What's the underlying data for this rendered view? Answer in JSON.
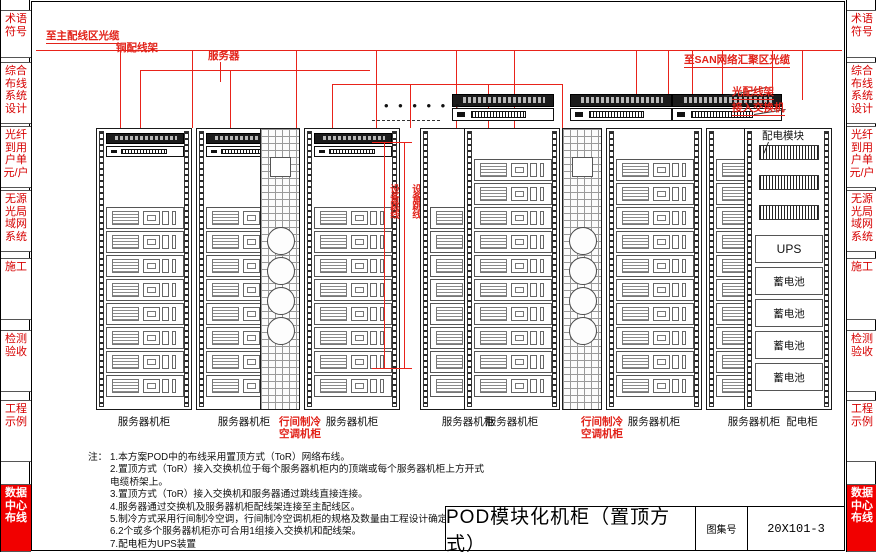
{
  "rails": {
    "groups": [
      {
        "name": "terminology-symbols",
        "lines": [
          "术语",
          "符号"
        ],
        "highlight": false
      },
      {
        "name": "structured-cabling-design",
        "lines": [
          "综合",
          "布线",
          "系统",
          "设计"
        ],
        "highlight": false
      },
      {
        "name": "ftth-fttu",
        "lines": [
          "光纤",
          "到用",
          "户单",
          "元/户"
        ],
        "highlight": false
      },
      {
        "name": "passive-optical-lan",
        "lines": [
          "无源",
          "光局",
          "域网",
          "系统"
        ],
        "highlight": false
      },
      {
        "name": "construction",
        "lines": [
          "施工"
        ],
        "highlight": false
      },
      {
        "name": "testing-acceptance",
        "lines": [
          "检测",
          "验收"
        ],
        "highlight": false
      },
      {
        "name": "engineering-examples",
        "lines": [
          "工程",
          "示例"
        ],
        "highlight": false
      },
      {
        "name": "data-center-cabling",
        "lines": [
          "数据",
          "中心",
          "布线"
        ],
        "highlight": true
      }
    ]
  },
  "diagram": {
    "callouts": {
      "to_main_distribution": "至主配线区光缆",
      "to_san_aggregation": "至SAN网络汇聚区光缆",
      "optical_patch_panel": "光配线架",
      "access_switch": "接入交换机",
      "copper_patch_panel": "铜配线架",
      "server": "服务器",
      "power_module": "配电模块",
      "equipment_patch_cord_1": "设备跳线",
      "equipment_patch_cord_2": "设备跳线",
      "ellipsis": "• • • • • •"
    },
    "rightmost_cabinet_units": [
      {
        "type": "power-module",
        "label": ""
      },
      {
        "type": "power-module",
        "label": ""
      },
      {
        "type": "power-module",
        "label": ""
      },
      {
        "type": "ups",
        "label": "UPS"
      },
      {
        "type": "battery",
        "label": "蓄电池"
      },
      {
        "type": "battery",
        "label": "蓄电池"
      },
      {
        "type": "battery",
        "label": "蓄电池"
      },
      {
        "type": "battery",
        "label": "蓄电池"
      }
    ],
    "bottom_labels": [
      {
        "name": "server-cabinet-1",
        "lines": [
          "服务器机柜"
        ],
        "red": false
      },
      {
        "name": "server-cabinet-2",
        "lines": [
          "服务器机柜"
        ],
        "red": false
      },
      {
        "name": "inrow-cooling-cabinet-1",
        "lines": [
          "行间制冷",
          "空调机柜"
        ],
        "red": true
      },
      {
        "name": "server-cabinet-3",
        "lines": [
          "服务器机柜"
        ],
        "red": false
      },
      {
        "name": "server-cabinet-4",
        "lines": [
          "服务器机柜"
        ],
        "red": false
      },
      {
        "name": "server-cabinet-5",
        "lines": [
          "服务器机柜"
        ],
        "red": false
      },
      {
        "name": "inrow-cooling-cabinet-2",
        "lines": [
          "行间制冷",
          "空调机柜"
        ],
        "red": true
      },
      {
        "name": "server-cabinet-6",
        "lines": [
          "服务器机柜"
        ],
        "red": false
      },
      {
        "name": "server-cabinet-7",
        "lines": [
          "服务器机柜"
        ],
        "red": false
      },
      {
        "name": "power-distribution-cabinet",
        "lines": [
          "配电柜"
        ],
        "red": false
      }
    ],
    "colors": {
      "cabling_red": "#e8231a",
      "outline_black": "#1a1a1a",
      "highlight_red": "#f10000"
    }
  },
  "notes": {
    "prefix": "注：",
    "items": [
      "1.本方案POD中的布线采用置顶方式（ToR）网络布线。",
      "2.置顶方式（ToR）接入交换机位于每个服务器机柜内的顶端或每个服务器机柜上方开式电缆桥架上。",
      "3.置顶方式（ToR）接入交换机和服务器通过跳线直接连接。",
      "4.服务器通过交换机及服务器机柜配线架连接至主配线区。",
      "5.制冷方式采用行间制冷空调，行间制冷空调机柜的规格及数量由工程设计确定。",
      "6.2个或多个服务器机柜亦可合用1组接入交换机和配线架。",
      "7.配电柜为UPS装置"
    ]
  },
  "title_block": {
    "title": "POD模块化机柜（置顶方式）",
    "key_label": "图集号",
    "key_number": "20X101-3"
  }
}
